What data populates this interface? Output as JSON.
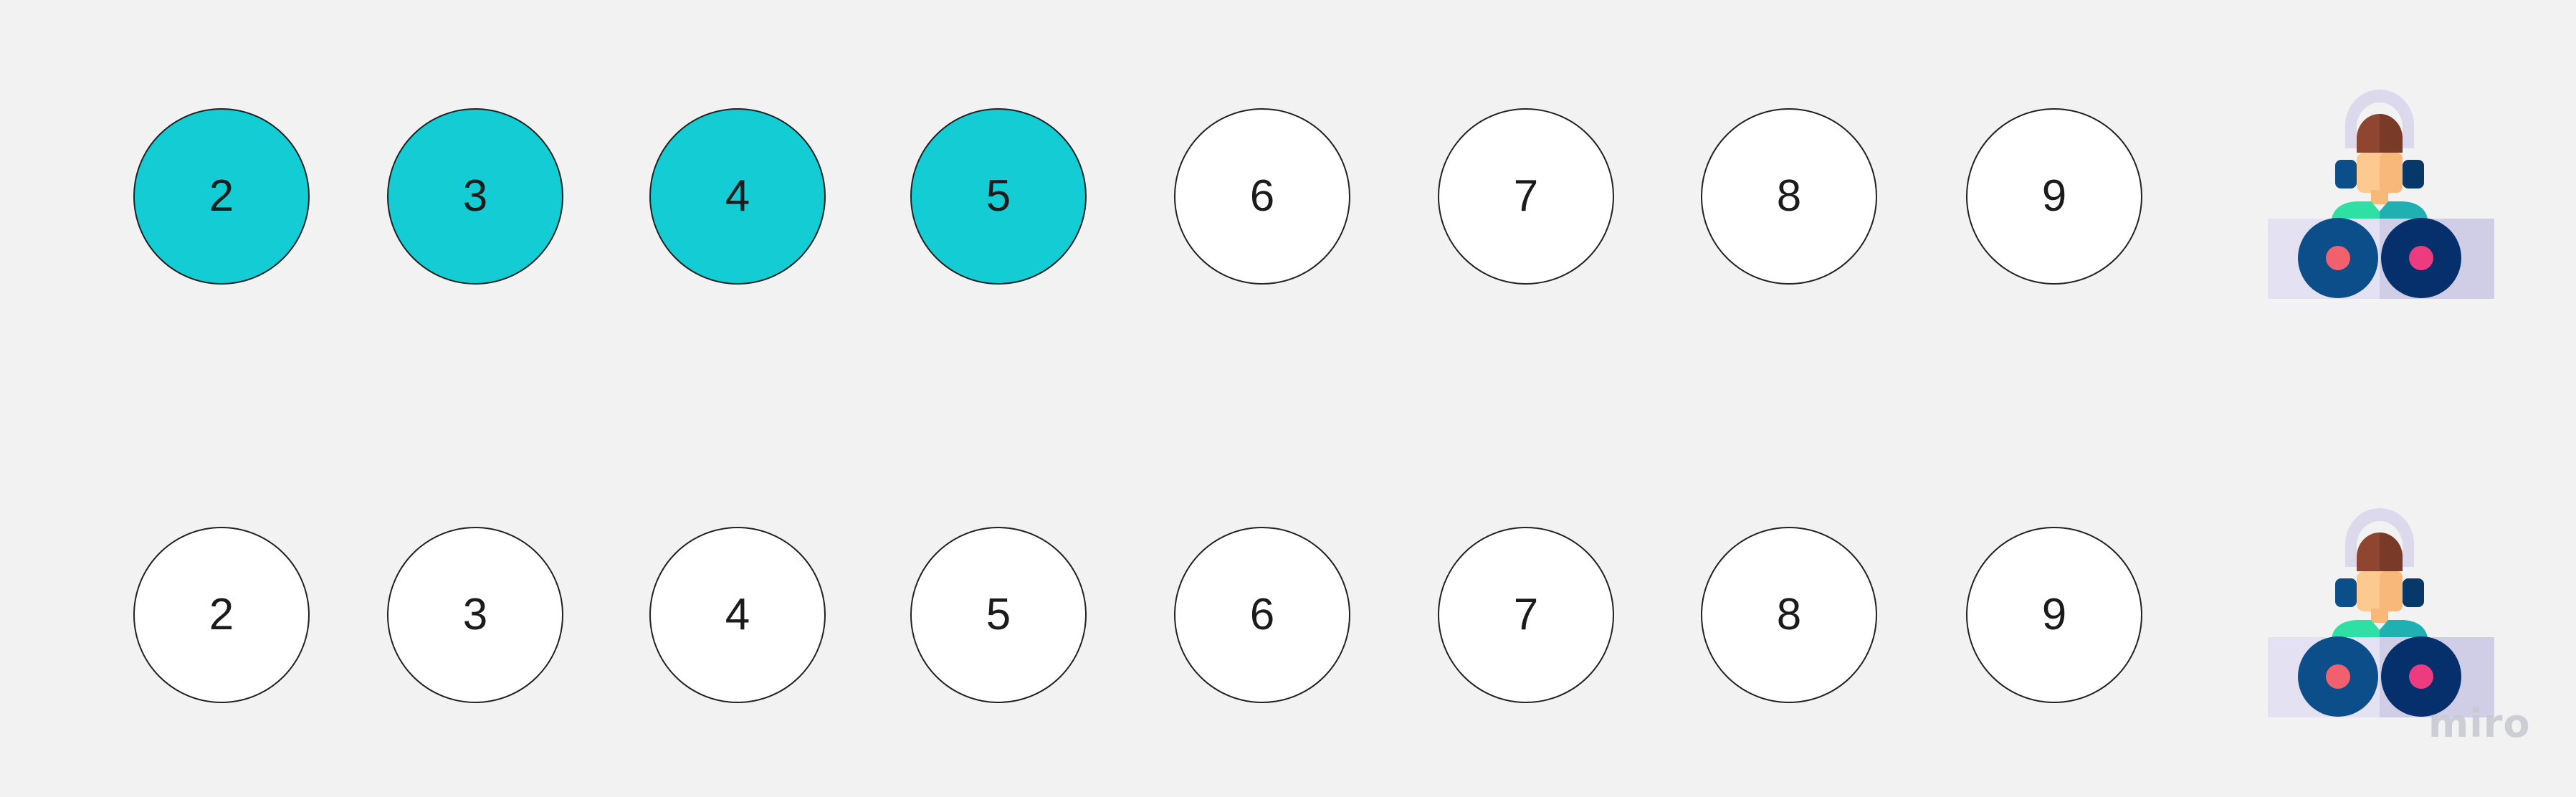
{
  "board": {
    "rows": [
      {
        "id": "top",
        "circles": [
          {
            "label": "2",
            "state": "filled"
          },
          {
            "label": "3",
            "state": "filled"
          },
          {
            "label": "4",
            "state": "filled"
          },
          {
            "label": "5",
            "state": "filled"
          },
          {
            "label": "6",
            "state": "empty"
          },
          {
            "label": "7",
            "state": "empty"
          },
          {
            "label": "8",
            "state": "empty"
          },
          {
            "label": "9",
            "state": "empty"
          }
        ],
        "avatar_icon": "dj-with-turntables-icon"
      },
      {
        "id": "bottom",
        "circles": [
          {
            "label": "2",
            "state": "empty"
          },
          {
            "label": "3",
            "state": "empty"
          },
          {
            "label": "4",
            "state": "empty"
          },
          {
            "label": "5",
            "state": "empty"
          },
          {
            "label": "6",
            "state": "empty"
          },
          {
            "label": "7",
            "state": "empty"
          },
          {
            "label": "8",
            "state": "empty"
          },
          {
            "label": "9",
            "state": "empty"
          }
        ],
        "avatar_icon": "dj-with-turntables-icon"
      }
    ]
  },
  "watermark": {
    "text": "miro"
  },
  "colors": {
    "background": "#f2f2f2",
    "filled_circle": "#13ccd4",
    "empty_circle": "#ffffff",
    "circle_border": "#222222"
  }
}
